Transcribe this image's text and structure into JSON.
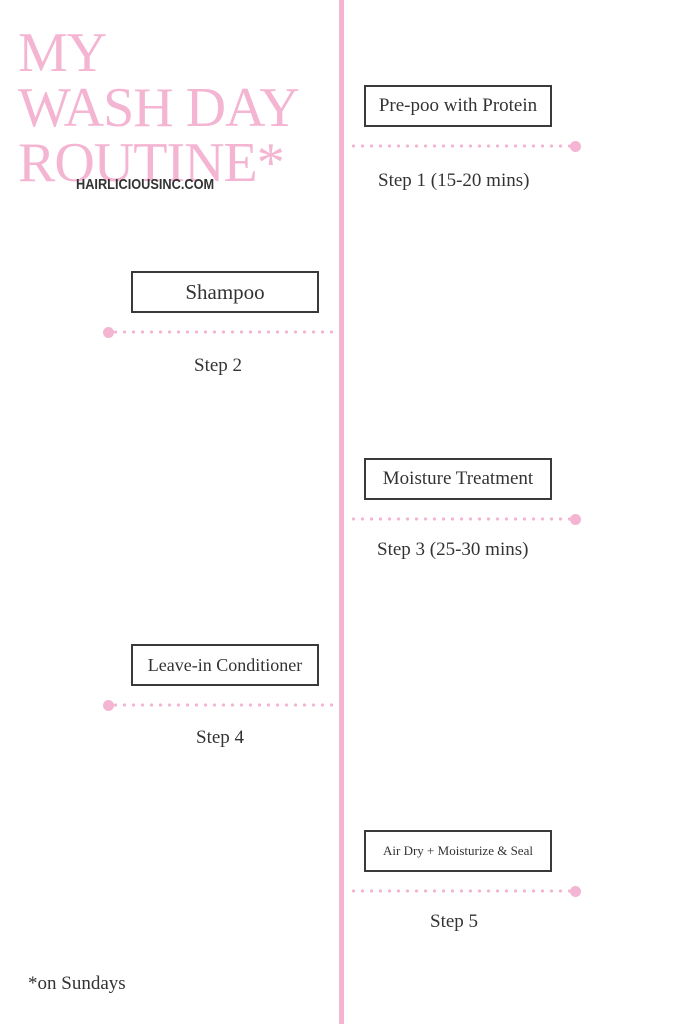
{
  "title": {
    "lines": [
      "MY",
      "WASH DAY",
      "ROUTINE*"
    ],
    "website": "HAIRLICIOUSINC.COM"
  },
  "steps": [
    {
      "name": "Pre-poo with Protein",
      "label": "Step 1 (15-20 mins)"
    },
    {
      "name": "Shampoo",
      "label": "Step 2"
    },
    {
      "name": "Moisture Treatment",
      "label": "Step 3 (25-30 mins)"
    },
    {
      "name": "Leave-in Conditioner",
      "label": "Step 4"
    },
    {
      "name": "Air Dry + Moisturize & Seal",
      "label": "Step 5"
    }
  ],
  "footnote": "*on Sundays",
  "colors": {
    "accent": "#f4b5d2",
    "text": "#333333",
    "border": "#3a3a3a"
  }
}
